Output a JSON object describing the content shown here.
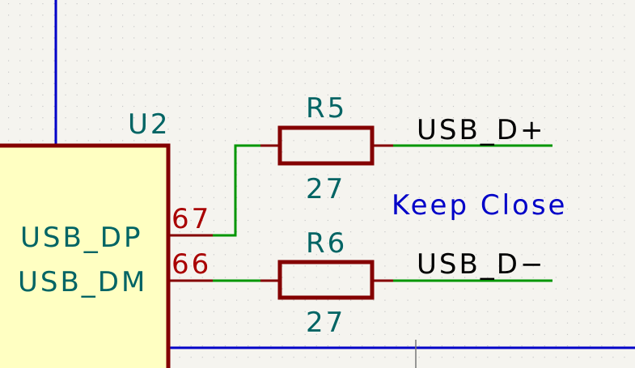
{
  "colors": {
    "background": "#f5f4ef",
    "component_body": "#ffffc2",
    "component_outline": "#840000",
    "wire": "#009600",
    "bus_wire": "#0000c8",
    "reference_text": "#006464",
    "pin_number_text": "#a90000",
    "label_text": "#000000",
    "note_text": "#0000c8"
  },
  "components": {
    "u2": {
      "reference": "U2",
      "pins": [
        {
          "number": "67",
          "name": "USB_DP"
        },
        {
          "number": "66",
          "name": "USB_DM"
        }
      ]
    },
    "r5": {
      "reference": "R5",
      "value": "27"
    },
    "r6": {
      "reference": "R6",
      "value": "27"
    }
  },
  "net_labels": {
    "dp": "USB_D+",
    "dm": "USB_D−"
  },
  "note": "Keep Close"
}
